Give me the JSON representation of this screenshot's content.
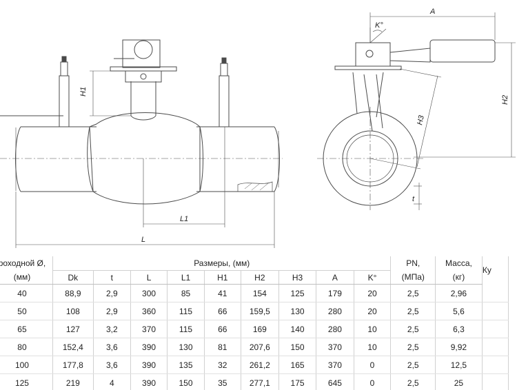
{
  "drawing": {
    "labels": {
      "A": "A",
      "K": "K°",
      "H1": "H1",
      "H2": "H2",
      "H3": "H3",
      "L1": "L1",
      "L": "L",
      "t": "t"
    }
  },
  "table": {
    "col_diameter": "роходной Ø,",
    "col_diameter_unit": "(мм)",
    "group_dims": "Размеры, (мм)",
    "col_pn": "PN,",
    "col_pn_unit": "(МПа)",
    "col_mass": "Масса,",
    "col_mass_unit": "(кг)",
    "col_extra": "Ку",
    "sub_headers": [
      "Dk",
      "t",
      "L",
      "L1",
      "H1",
      "H2",
      "H3",
      "A",
      "K°"
    ],
    "rows": [
      [
        "40",
        "88,9",
        "2,9",
        "300",
        "85",
        "41",
        "154",
        "125",
        "179",
        "20",
        "2,5",
        "2,96"
      ],
      [
        "50",
        "108",
        "2,9",
        "360",
        "115",
        "66",
        "159,5",
        "130",
        "280",
        "20",
        "2,5",
        "5,6"
      ],
      [
        "65",
        "127",
        "3,2",
        "370",
        "115",
        "66",
        "169",
        "140",
        "280",
        "10",
        "2,5",
        "6,3"
      ],
      [
        "80",
        "152,4",
        "3,6",
        "390",
        "130",
        "81",
        "207,6",
        "150",
        "370",
        "10",
        "2,5",
        "9,92"
      ],
      [
        "100",
        "177,8",
        "3,6",
        "390",
        "135",
        "32",
        "261,2",
        "165",
        "370",
        "0",
        "2,5",
        "12,5"
      ],
      [
        "125",
        "219",
        "4",
        "390",
        "150",
        "35",
        "277,1",
        "175",
        "645",
        "0",
        "2,5",
        "25"
      ]
    ]
  }
}
